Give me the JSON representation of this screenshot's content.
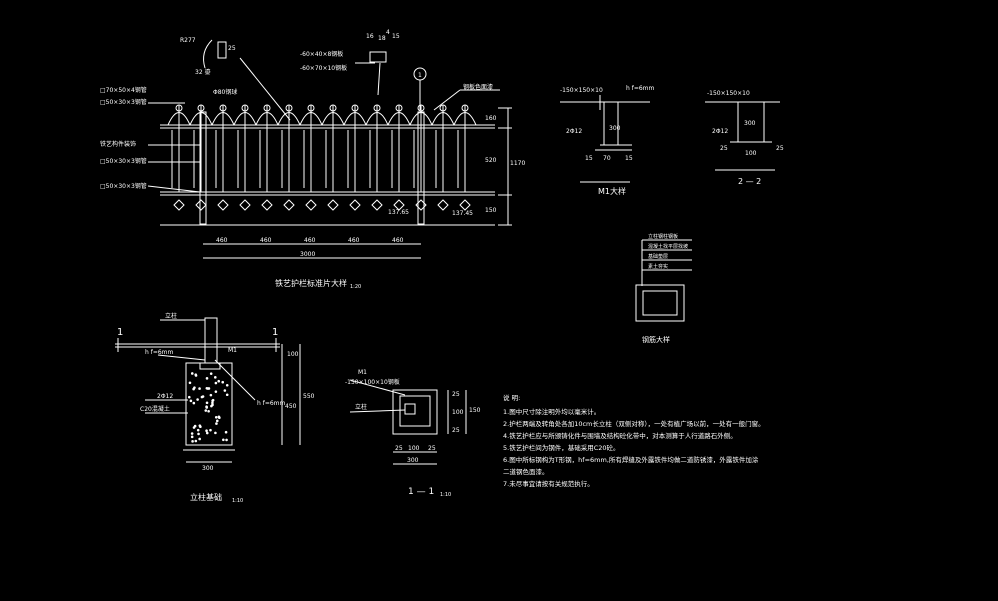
{
  "elevation": {
    "labels_left": [
      "□70×50×4钢管",
      "□50×30×3钢管",
      "铁艺构件装饰",
      "□50×30×3钢管",
      "□50×30×3钢管"
    ],
    "top_labels": [
      "R277",
      "Φ80钢球",
      "25",
      "32 鎏",
      "-60×40×8钢板",
      "-60×70×10钢板",
      "16",
      "18",
      "4",
      "15",
      "1",
      "钢板色面漆"
    ],
    "level_labels": [
      "137.65",
      "137.45"
    ],
    "dims_bottom": [
      "460",
      "460",
      "460",
      "460",
      "460",
      "3000"
    ],
    "dims_right": [
      "160",
      "520",
      "1170",
      "150"
    ],
    "title": "铁艺护栏标准片大样",
    "scale": "1:20"
  },
  "post_detail": {
    "label_top": "M1大样",
    "plate_label": "-150×150×10",
    "weld_label": "h f=6mm",
    "dims": [
      "2Φ12",
      "300",
      "70",
      "15",
      "15"
    ]
  },
  "section22": {
    "plate_label": "-150×150×10",
    "dims": [
      "2Φ12",
      "300",
      "25",
      "100",
      "25"
    ],
    "title": "2 — 2"
  },
  "legend_box": {
    "lines": [
      "立柱钢柱钢板",
      "混凝土找平层找坡",
      "基础垫层",
      "素土夯实"
    ],
    "caption": "钢筋大样"
  },
  "foundation": {
    "label_post": "立柱",
    "label_m1": "M1",
    "weld": "h f=6mm",
    "rebar": "2Φ12",
    "concrete": "C20混凝土",
    "weld2": "h f=6mm",
    "section_mark": "1",
    "dims_right": [
      "100",
      "450",
      "550"
    ],
    "dim_bottom": "300",
    "title": "立柱基础",
    "scale": "1:10"
  },
  "section11": {
    "m1": "M1",
    "plate": "-150×100×10钢板",
    "post": "立柱",
    "dims_right": [
      "25",
      "100",
      "150",
      "25"
    ],
    "dims_bottom": [
      "25",
      "100",
      "25",
      "300"
    ],
    "title": "1 — 1",
    "scale": "1:10"
  },
  "notes": {
    "title": "说    明:",
    "lines": [
      "1.图中尺寸除注明外均以毫米计。",
      "2.护栏两端及转角处各加10cm长立柱（双侧对称），一处有植广场以前，一处有一般门窗。",
      "4.铁艺护栏应与所颁铸化件与围墙及结构砼化带中，对本测算于人行道路石外侧。",
      "5.铁艺护栏间为钢件，基础采用C20砼。",
      "6.图中所标钢构为T形钢，hf=6mm,所有焊缝及外露铁件均做二道防锈漆，外露铁件加涂",
      "   二道钢色面漆。",
      "7.未尽事宜请按有关规范执行。"
    ]
  },
  "colors": {
    "background": "#000000",
    "line": "#ffffff",
    "label": "#ffffff"
  }
}
